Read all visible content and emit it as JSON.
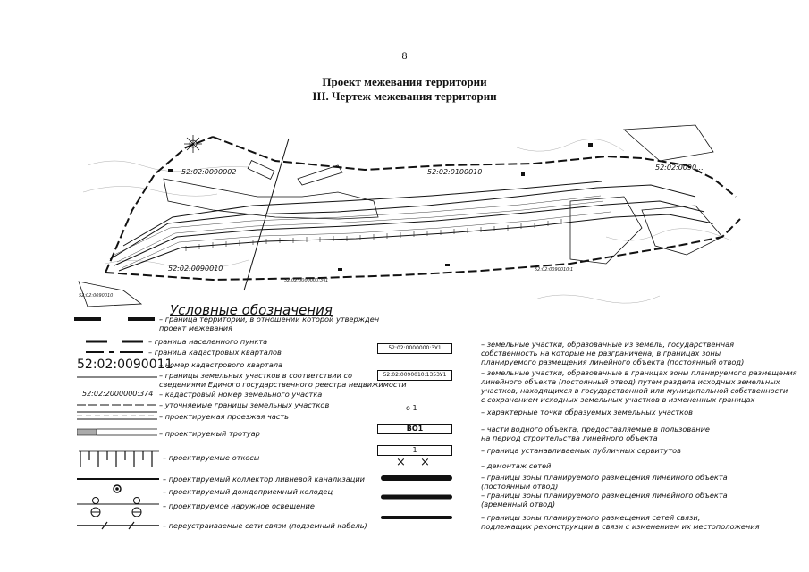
{
  "page_number": "8",
  "title_line1": "Проект межевания территории",
  "title_line2": "III. Чертеж межевания территории",
  "map": {
    "labels": [
      "52:02:0090002",
      "52:02:0090010",
      "52:02:0100010",
      "52:02:0000000:3ч1",
      "52:02:0090010",
      "52:02:0090010:1",
      "52:02:0090..."
    ]
  },
  "legend": {
    "title": "Условные обозначения",
    "left": [
      {
        "text": "– граница территории, в отношении которой утвержден\nпроект межевания"
      },
      {
        "text": "– граница населенного пункта"
      },
      {
        "text": "– граница кадастровых кварталов"
      },
      {
        "symbol_text": "52:02:0090011",
        "text": "– номер кадастрового квартала"
      },
      {
        "text": "– границы земельных участков в соответствии со\n  сведениями Единого государственного реестра недвижимости"
      },
      {
        "symbol_text": "52:02:2000000:374",
        "text": "– кадастровый номер земельного участка"
      },
      {
        "text": "– уточняемые границы земельных участков"
      },
      {
        "text": "– проектируемая проезжая часть"
      },
      {
        "text": "– проектируемый тротуар"
      },
      {
        "text": "– проектируемые откосы"
      },
      {
        "text": "– проектируемый коллектор ливневой канализации"
      },
      {
        "text": "– проектируемый дождеприемный колодец"
      },
      {
        "text": "– проектируемое наружное освещение"
      },
      {
        "text": "– переустраиваемые сети связи (подземный кабель)"
      }
    ],
    "right": [
      {
        "symbol_text": "52:02:0000000:3У1",
        "text": "– земельные участки, образованные из земель, государственная\nсобственность на которые не разграничена, в границах зоны\nпланируемого размещения линейного объекта (постоянный отвод)"
      },
      {
        "symbol_text": "52:02:0090010:1353У1",
        "text": "– земельные участки, образованные в границах зоны планируемого размещения\nлинейного объекта (постоянный отвод) путем раздела исходных земельных\nучастков, находящихся в государственной или муниципальной собственности\nс сохранением исходных земельных участков в измененных границах"
      },
      {
        "symbol_text": "о 1",
        "text": "– характерные точки образуемых земельных участков"
      },
      {
        "symbol_text": "ВО1",
        "text": "– части водного объекта, предоставляемые в пользование\nна период строительства линейного объекта"
      },
      {
        "symbol_text": "1",
        "text": "– граница устанавливаемых публичных сервитутов"
      },
      {
        "symbol_text": "× ×",
        "text": "– демонтаж сетей"
      },
      {
        "text": "– границы зоны планируемого размещения линейного объекта\n(постоянный отвод)"
      },
      {
        "text": "– границы зоны планируемого размещения линейного объекта\n(временный отвод)"
      },
      {
        "text": "– границы зоны планируемого размещения сетей связи,\nподлежащих реконструкции в связи с изменением их местоположения"
      }
    ]
  }
}
